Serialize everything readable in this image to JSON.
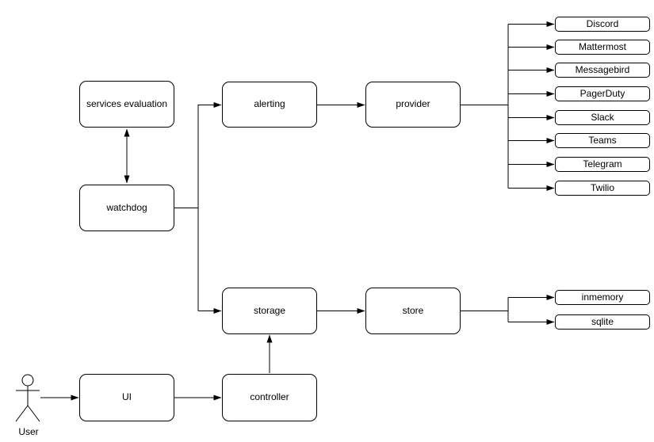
{
  "diagram": {
    "colors": {
      "stroke": "#000000",
      "node_fill": "#ffffff",
      "background": "#ffffff",
      "text": "#000000"
    },
    "nodes": {
      "services_evaluation": "services evaluation",
      "watchdog": "watchdog",
      "alerting": "alerting",
      "provider": "provider",
      "storage": "storage",
      "store": "store",
      "ui": "UI",
      "controller": "controller"
    },
    "alert_providers": [
      "Discord",
      "Mattermost",
      "Messagebird",
      "PagerDuty",
      "Slack",
      "Teams",
      "Telegram",
      "Twilio"
    ],
    "store_backends": [
      "inmemory",
      "sqlite"
    ],
    "actor_label": "User"
  }
}
